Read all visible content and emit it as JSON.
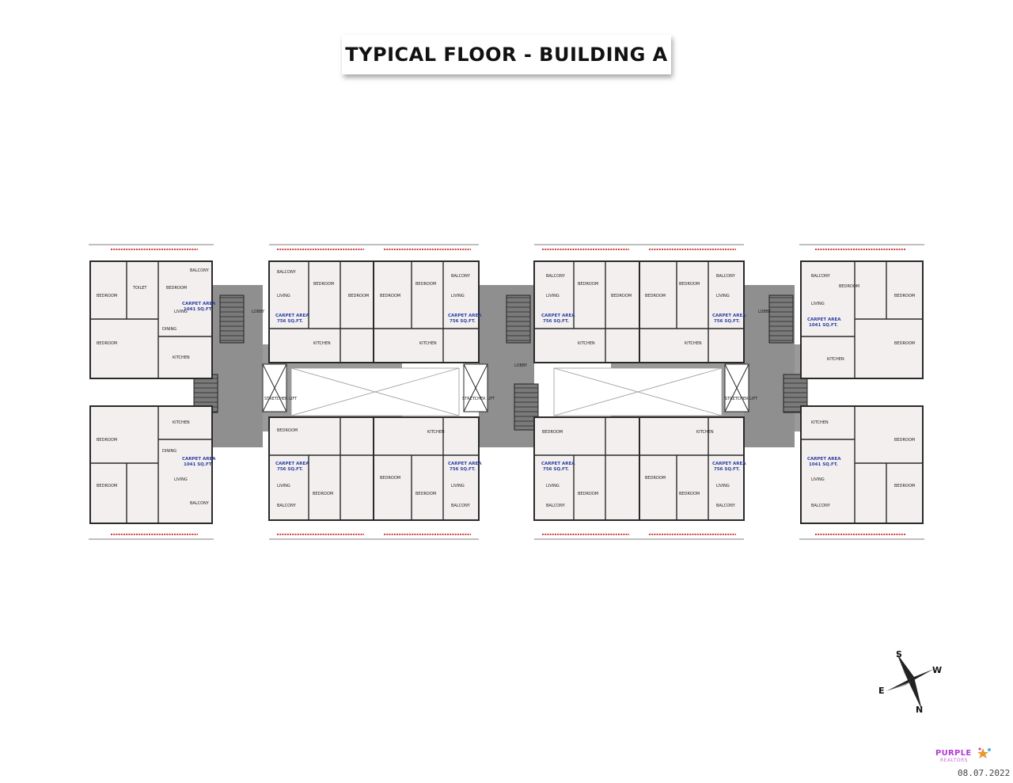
{
  "title": "TYPICAL FLOOR - BUILDING A",
  "date": "08.07.2022",
  "brand": {
    "name": "PURPLE",
    "sub": "REALTORS"
  },
  "compass": {
    "top": "S",
    "right": "W",
    "left": "E",
    "bottom": "N"
  },
  "labels": {
    "bedroom": "BEDROOM",
    "living": "LIVING",
    "dining": "DINING",
    "kitchen": "KITCHEN",
    "balcony": "BALCONY",
    "toilet": "TOILET",
    "lobby": "LOBBY",
    "lift": "LIFT",
    "stretcher_lift": "STRETCHER LIFT",
    "carpet_area": "CARPET AREA",
    "area_1bhk": "756 SQ.FT.",
    "area_2bhk": "1041 SQ.FT."
  },
  "colors": {
    "core": "#8f8f8f",
    "room": "#f3efef",
    "wall": "#2a2a2a",
    "dim": "#d04040",
    "area": "#2a3fa0"
  }
}
